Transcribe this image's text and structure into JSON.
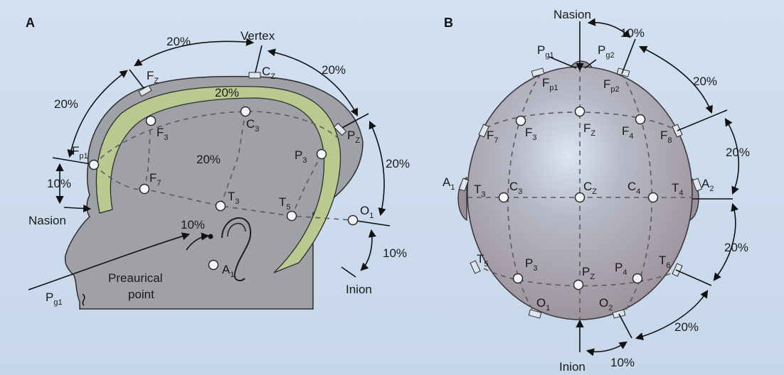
{
  "panels": {
    "a": "A",
    "b": "B"
  },
  "panel_a": {
    "vertex": "Vertex",
    "nasion": "Nasion",
    "inion": "Inion",
    "preauricular_1": "Preaurical",
    "preauricular_2": "point",
    "pct_top": "20%",
    "pct_front": "20%",
    "pct_right": "20%",
    "pct_inner_top": "20%",
    "pct_mid": "20%",
    "pct_back": "20%",
    "pct_nasion": "10%",
    "pct_inion": "10%",
    "pct_ear": "10%",
    "electrodes": {
      "fz": {
        "m": "F",
        "s": "Z"
      },
      "cz": {
        "m": "C",
        "s": "Z"
      },
      "pz": {
        "m": "P",
        "s": "Z"
      },
      "fp1": {
        "m": "F",
        "s": "p1"
      },
      "f3": {
        "m": "F",
        "s": "3"
      },
      "c3": {
        "m": "C",
        "s": "3"
      },
      "p3": {
        "m": "P",
        "s": "3"
      },
      "f7": {
        "m": "F",
        "s": "7"
      },
      "t3": {
        "m": "T",
        "s": "3"
      },
      "t5": {
        "m": "T",
        "s": "5"
      },
      "o1": {
        "m": "O",
        "s": "1"
      },
      "a1": {
        "m": "A",
        "s": "1"
      },
      "pg1": {
        "m": "P",
        "s": "g1"
      }
    }
  },
  "panel_b": {
    "nasion": "Nasion",
    "inion": "Inion",
    "pct_top": "10%",
    "pct_r1": "20%",
    "pct_r2": "20%",
    "pct_r3": "20%",
    "pct_r4": "20%",
    "pct_bottom": "10%",
    "electrodes": {
      "pg1": {
        "m": "P",
        "s": "g1"
      },
      "pg2": {
        "m": "P",
        "s": "g2"
      },
      "fp1": {
        "m": "F",
        "s": "p1"
      },
      "fp2": {
        "m": "F",
        "s": "p2"
      },
      "f7": {
        "m": "F",
        "s": "7"
      },
      "f3": {
        "m": "F",
        "s": "3"
      },
      "fz": {
        "m": "F",
        "s": "Z"
      },
      "f4": {
        "m": "F",
        "s": "4"
      },
      "f8": {
        "m": "F",
        "s": "8"
      },
      "a1": {
        "m": "A",
        "s": "1"
      },
      "t3": {
        "m": "T",
        "s": "3"
      },
      "c3": {
        "m": "C",
        "s": "3"
      },
      "cz": {
        "m": "C",
        "s": "Z"
      },
      "c4": {
        "m": "C",
        "s": "4"
      },
      "t4": {
        "m": "T",
        "s": "4"
      },
      "a2": {
        "m": "A",
        "s": "2"
      },
      "t5": {
        "m": "T",
        "s": "5"
      },
      "p3": {
        "m": "P",
        "s": "3"
      },
      "pz": {
        "m": "P",
        "s": "Z"
      },
      "p4": {
        "m": "P",
        "s": "4"
      },
      "t6": {
        "m": "T",
        "s": "6"
      },
      "o1": {
        "m": "O",
        "s": "1"
      },
      "o2": {
        "m": "O",
        "s": "2"
      }
    }
  }
}
